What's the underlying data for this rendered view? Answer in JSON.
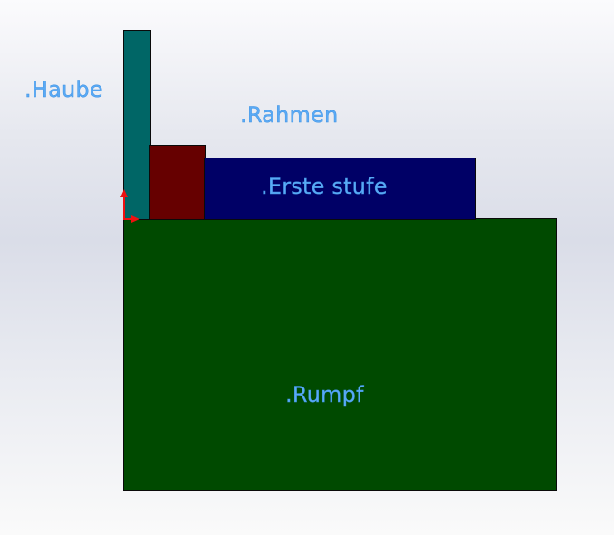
{
  "parts": {
    "haube": {
      "label": ".Haube",
      "color": "#006666"
    },
    "rahmen": {
      "label": ".Rahmen",
      "color": "#660000"
    },
    "erste_stufe": {
      "label": ".Erste stufe",
      "color": "#000066"
    },
    "rumpf": {
      "label": ".Rumpf",
      "color": "#004a00"
    }
  },
  "colors": {
    "label_text": "#5aaaf5",
    "origin_axes": "#ee1111",
    "outline": "#0a0a0a"
  },
  "origin_icon": "coordinate-origin-axes"
}
